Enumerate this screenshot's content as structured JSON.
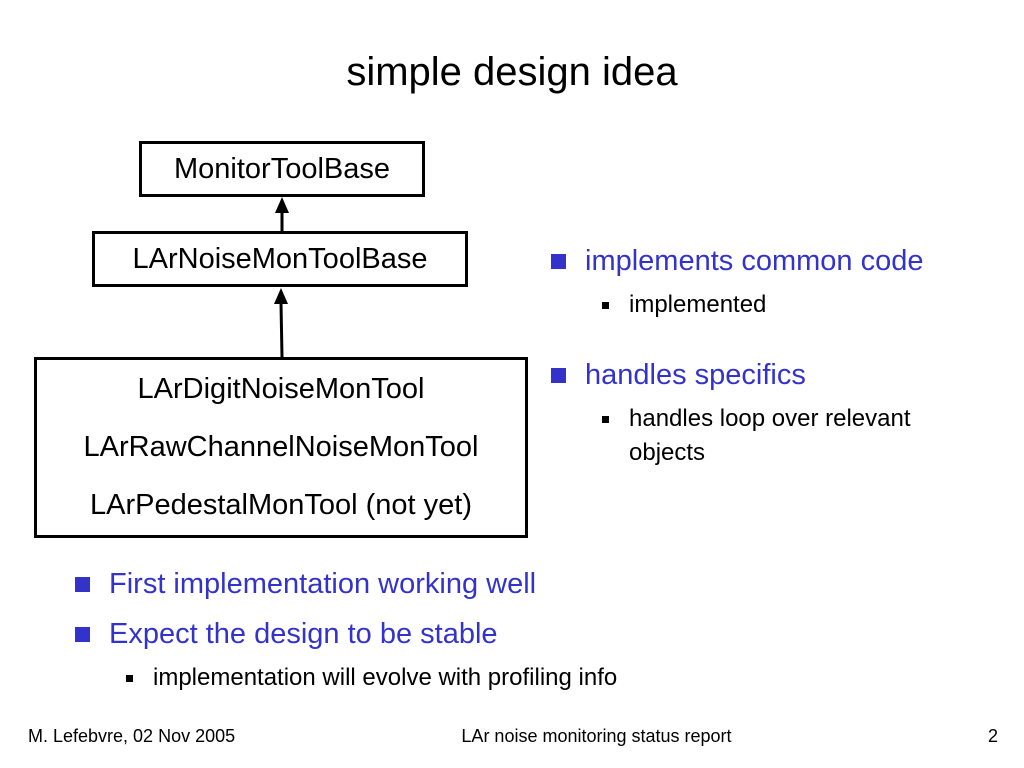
{
  "slide": {
    "title": "simple design idea"
  },
  "diagram": {
    "base_box": "MonitorToolBase",
    "mid_box": "LArNoiseMonToolBase",
    "derived_tools": [
      "LArDigitNoiseMonTool",
      "LArRawChannelNoiseMonTool",
      "LArPedestalMonTool (not yet)"
    ]
  },
  "right_bullets": [
    {
      "text": "implements common code",
      "sub": [
        "implemented"
      ]
    },
    {
      "text": "handles specifics",
      "sub": [
        "handles loop over relevant",
        "objects"
      ]
    }
  ],
  "bottom_bullets": [
    {
      "text": "First implementation working well"
    },
    {
      "text": "Expect the design to be stable",
      "sub": [
        "implementation will evolve with profiling info"
      ]
    }
  ],
  "footer": {
    "author_date": "M. Lefebvre, 02 Nov 2005",
    "report_title": "LAr noise monitoring status report",
    "page_number": "2"
  },
  "colors": {
    "bullet_blue": "#3333cc",
    "text": "#000000",
    "background": "#ffffff"
  },
  "icons": {
    "level1_bullet": "square-bullet-icon",
    "level2_bullet": "small-square-bullet-icon",
    "inheritance_arrow": "arrow-up-icon"
  }
}
